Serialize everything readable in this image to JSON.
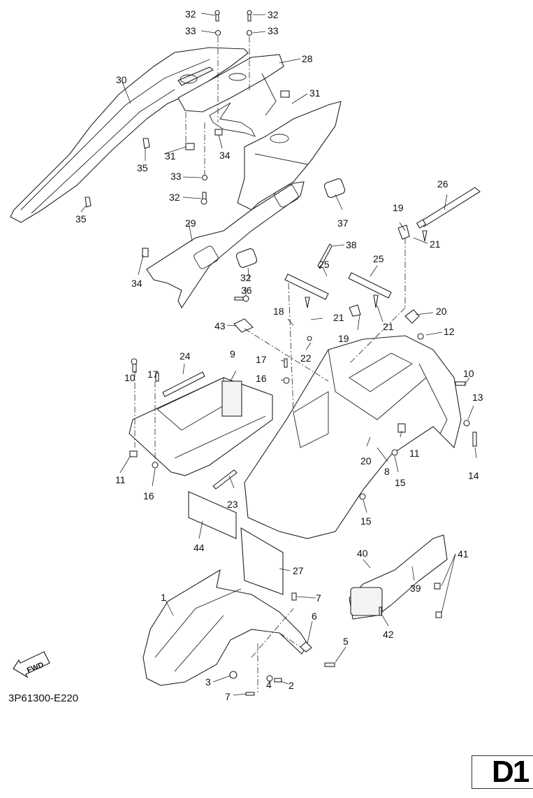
{
  "diagram": {
    "type": "exploded-parts-diagram",
    "subject": "Motorcycle rear fender, seat cowl and front fender assembly",
    "figure_code": "3P61300-E220",
    "page_label": "D1",
    "direction_indicator": "FWD",
    "callouts": [
      {
        "id": "c1",
        "num": "1"
      },
      {
        "id": "c2",
        "num": "2"
      },
      {
        "id": "c3",
        "num": "3"
      },
      {
        "id": "c4",
        "num": "4"
      },
      {
        "id": "c5",
        "num": "5"
      },
      {
        "id": "c6",
        "num": "6"
      },
      {
        "id": "c7a",
        "num": "7"
      },
      {
        "id": "c7b",
        "num": "7"
      },
      {
        "id": "c8",
        "num": "8"
      },
      {
        "id": "c9",
        "num": "9"
      },
      {
        "id": "c10a",
        "num": "10"
      },
      {
        "id": "c10b",
        "num": "10"
      },
      {
        "id": "c11a",
        "num": "11"
      },
      {
        "id": "c11b",
        "num": "11"
      },
      {
        "id": "c12",
        "num": "12"
      },
      {
        "id": "c13",
        "num": "13"
      },
      {
        "id": "c14",
        "num": "14"
      },
      {
        "id": "c15a",
        "num": "15"
      },
      {
        "id": "c15b",
        "num": "15"
      },
      {
        "id": "c16a",
        "num": "16"
      },
      {
        "id": "c16b",
        "num": "16"
      },
      {
        "id": "c17a",
        "num": "17"
      },
      {
        "id": "c17b",
        "num": "17"
      },
      {
        "id": "c18",
        "num": "18"
      },
      {
        "id": "c19a",
        "num": "19"
      },
      {
        "id": "c19b",
        "num": "19"
      },
      {
        "id": "c20a",
        "num": "20"
      },
      {
        "id": "c20b",
        "num": "20"
      },
      {
        "id": "c21a",
        "num": "21"
      },
      {
        "id": "c21b",
        "num": "21"
      },
      {
        "id": "c21c",
        "num": "21"
      },
      {
        "id": "c22",
        "num": "22"
      },
      {
        "id": "c23",
        "num": "23"
      },
      {
        "id": "c24",
        "num": "24"
      },
      {
        "id": "c25a",
        "num": "25"
      },
      {
        "id": "c25b",
        "num": "25"
      },
      {
        "id": "c26",
        "num": "26"
      },
      {
        "id": "c27",
        "num": "27"
      },
      {
        "id": "c28",
        "num": "28"
      },
      {
        "id": "c29",
        "num": "29"
      },
      {
        "id": "c30",
        "num": "30"
      },
      {
        "id": "c31a",
        "num": "31"
      },
      {
        "id": "c31b",
        "num": "31"
      },
      {
        "id": "c32a",
        "num": "32"
      },
      {
        "id": "c32b",
        "num": "32"
      },
      {
        "id": "c32c",
        "num": "32"
      },
      {
        "id": "c32d",
        "num": "32"
      },
      {
        "id": "c33a",
        "num": "33"
      },
      {
        "id": "c33b",
        "num": "33"
      },
      {
        "id": "c33c",
        "num": "33"
      },
      {
        "id": "c34a",
        "num": "34"
      },
      {
        "id": "c34b",
        "num": "34"
      },
      {
        "id": "c35a",
        "num": "35"
      },
      {
        "id": "c35b",
        "num": "35"
      },
      {
        "id": "c36",
        "num": "36"
      },
      {
        "id": "c37",
        "num": "37"
      },
      {
        "id": "c38",
        "num": "38"
      },
      {
        "id": "c39",
        "num": "39"
      },
      {
        "id": "c40",
        "num": "40"
      },
      {
        "id": "c41",
        "num": "41"
      },
      {
        "id": "c42",
        "num": "42"
      },
      {
        "id": "c43",
        "num": "43"
      },
      {
        "id": "c44",
        "num": "44"
      }
    ]
  }
}
